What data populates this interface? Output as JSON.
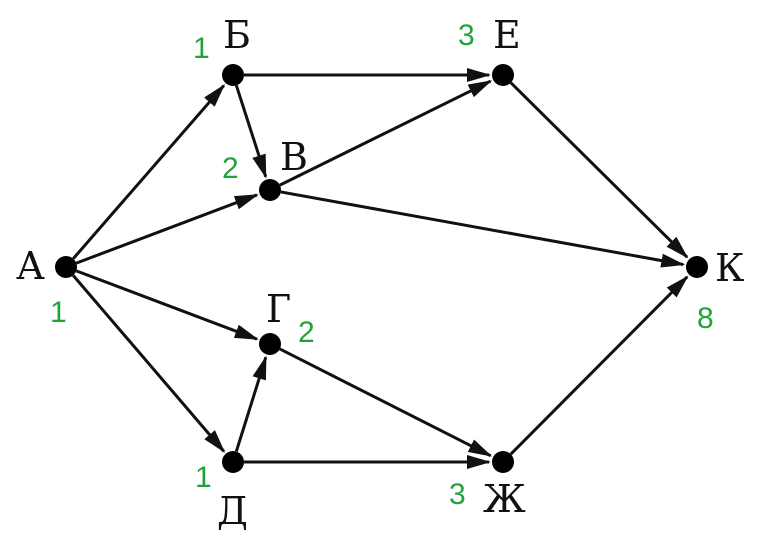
{
  "colors": {
    "edge": "#111111",
    "node": "#000000",
    "label": "#111111",
    "path_count": "#22a33a"
  },
  "nodes": [
    {
      "id": "A",
      "label": "А",
      "count": "1"
    },
    {
      "id": "B",
      "label": "Б",
      "count": "1"
    },
    {
      "id": "V",
      "label": "В",
      "count": "2"
    },
    {
      "id": "G",
      "label": "Г",
      "count": "2"
    },
    {
      "id": "D",
      "label": "Д",
      "count": "1"
    },
    {
      "id": "E",
      "label": "Е",
      "count": "3"
    },
    {
      "id": "Zh",
      "label": "Ж",
      "count": "3"
    },
    {
      "id": "K",
      "label": "К",
      "count": "8"
    }
  ],
  "edges": [
    {
      "from": "A",
      "to": "B"
    },
    {
      "from": "A",
      "to": "V"
    },
    {
      "from": "A",
      "to": "G"
    },
    {
      "from": "A",
      "to": "D"
    },
    {
      "from": "B",
      "to": "V"
    },
    {
      "from": "B",
      "to": "E"
    },
    {
      "from": "V",
      "to": "E"
    },
    {
      "from": "V",
      "to": "K"
    },
    {
      "from": "D",
      "to": "G"
    },
    {
      "from": "D",
      "to": "Zh"
    },
    {
      "from": "G",
      "to": "Zh"
    },
    {
      "from": "E",
      "to": "K"
    },
    {
      "from": "Zh",
      "to": "K"
    }
  ]
}
